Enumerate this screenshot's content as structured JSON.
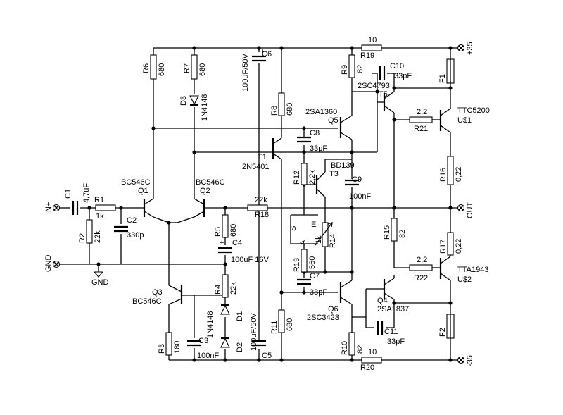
{
  "terminals": {
    "in": "IN+",
    "gnd": "GND",
    "out": "OUT",
    "pos": "+35",
    "neg": "-35"
  },
  "ground_label": "GND",
  "resistors": {
    "R1": [
      "R1",
      "1k"
    ],
    "R2": [
      "R2",
      "22k"
    ],
    "R3": [
      "R3",
      "180"
    ],
    "R4": [
      "R4",
      "22k"
    ],
    "R5": [
      "R5",
      "680"
    ],
    "R6": [
      "R6",
      "680"
    ],
    "R7": [
      "R7",
      "680"
    ],
    "R8": [
      "R8",
      "680"
    ],
    "R9": [
      "R9",
      "82"
    ],
    "R10": [
      "R10",
      "82"
    ],
    "R11": [
      "R11",
      "680"
    ],
    "R12": [
      "R12",
      "2,2k"
    ],
    "R13": [
      "R13",
      "560"
    ],
    "R14": [
      "R14",
      "1k"
    ],
    "R15": [
      "R15",
      "82"
    ],
    "R16": [
      "R16",
      "0,22"
    ],
    "R17": [
      "R17",
      "0,22"
    ],
    "R18": [
      "R18",
      "22k"
    ],
    "R19": [
      "R19",
      "10"
    ],
    "R20": [
      "R20",
      "10"
    ],
    "R21": [
      "R21",
      "2,2"
    ],
    "R22": [
      "R22",
      "2,2"
    ]
  },
  "capacitors": {
    "C1": [
      "C1",
      "4,7uF"
    ],
    "C2": [
      "C2",
      "330p"
    ],
    "C3": [
      "C3",
      "100nF"
    ],
    "C4": [
      "C4",
      "100uF 16V"
    ],
    "C5": [
      "C5",
      "100uF/50V"
    ],
    "C6": [
      "C6",
      "100uF/50V"
    ],
    "C7": [
      "C7",
      "33pF"
    ],
    "C8": [
      "C8",
      "33pF"
    ],
    "C9": [
      "C9",
      "100nF"
    ],
    "C10": [
      "C10",
      "33pF"
    ],
    "C11": [
      "C11",
      "33pF"
    ]
  },
  "transistors": {
    "Q1": [
      "Q1",
      "BC546C"
    ],
    "Q2": [
      "Q2",
      "BC546C"
    ],
    "Q3": [
      "Q3",
      "BC546C"
    ],
    "Q4": [
      "Q4",
      "2SA1837"
    ],
    "Q5": [
      "Q5",
      "2SA1360"
    ],
    "Q6": [
      "Q6",
      "2SC3423"
    ],
    "T1": [
      "T1",
      "2N5401"
    ],
    "T3": [
      "T3",
      "BD139"
    ],
    "T5": [
      "T5",
      "2SC4793"
    ],
    "US1": [
      "U$1",
      "TTC5200"
    ],
    "US2": [
      "U$2",
      "TTA1943"
    ]
  },
  "diodes": {
    "D1": [
      "D1",
      "1N4148"
    ],
    "D2": [
      "D2",
      ""
    ],
    "D3": [
      "D3",
      "1N4148"
    ]
  },
  "fuses": {
    "F1": "F1",
    "F2": "F2"
  },
  "trimmer_pins": {
    "s": "S",
    "e": "E",
    "a": "A"
  }
}
